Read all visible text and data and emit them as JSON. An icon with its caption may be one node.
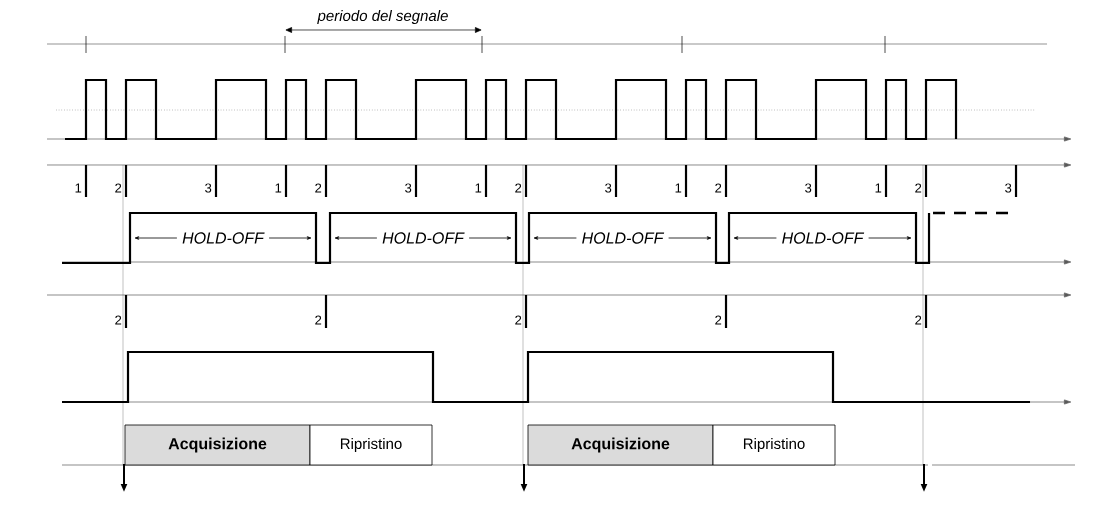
{
  "diagram": {
    "nodes": [
      {
        "text": [
          "Acquisizione"
        ]
      },
      {
        "text": [
          "Ripristino"
        ]
      },
      {
        "text": [
          "Acquisizione"
        ]
      },
      {
        "text": [
          "Ripristino"
        ]
      }
    ],
    "labels": [
      "periodo del segnale",
      "1",
      "2",
      "3",
      "1",
      "2",
      "3",
      "1",
      "2",
      "3",
      "1",
      "2",
      "3",
      "1",
      "2",
      "3",
      "HOLD-OFF",
      "HOLD-OFF",
      "HOLD-OFF",
      "HOLD-OFF",
      "2",
      "2",
      "2",
      "2",
      "2"
    ]
  }
}
